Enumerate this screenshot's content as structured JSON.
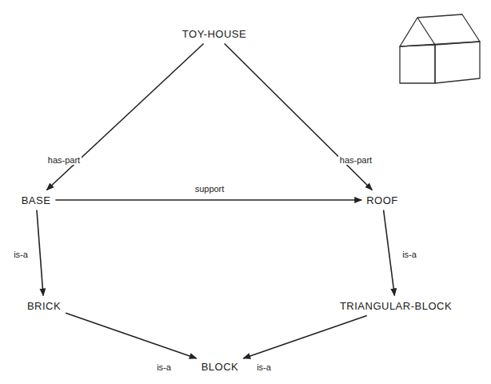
{
  "diagram": {
    "nodes": [
      {
        "text": [
          "TOY-HOUSE"
        ]
      },
      {
        "text": [
          "BASE"
        ]
      },
      {
        "text": [
          "ROOF"
        ]
      },
      {
        "text": [
          "BRICK"
        ]
      },
      {
        "text": [
          "TRIANGULAR-BLOCK"
        ]
      },
      {
        "text": [
          "BLOCK"
        ]
      }
    ],
    "edges": [
      {
        "from": 0,
        "to": 1,
        "label": "has-part",
        "arrow": "to"
      },
      {
        "from": 0,
        "to": 2,
        "label": "has-part",
        "arrow": "to"
      },
      {
        "from": 1,
        "to": 2,
        "label": "support",
        "arrow": "to"
      },
      {
        "from": 1,
        "to": 3,
        "label": "is-a",
        "arrow": "to"
      },
      {
        "from": 2,
        "to": 4,
        "label": "is-a",
        "arrow": "to"
      },
      {
        "from": 3,
        "to": 5,
        "label": "is-a",
        "arrow": "to"
      },
      {
        "from": 4,
        "to": 5,
        "label": "is-a",
        "arrow": "to"
      }
    ]
  }
}
